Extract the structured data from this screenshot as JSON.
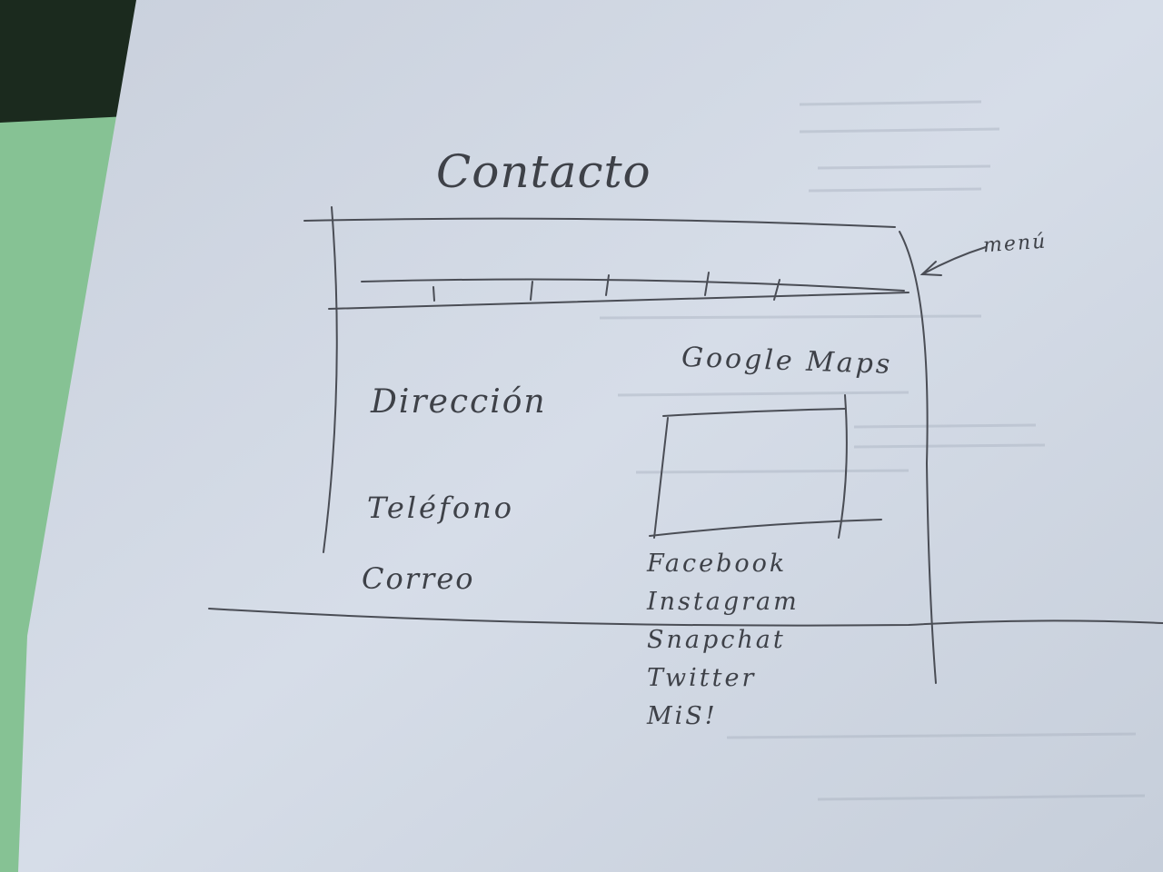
{
  "sketch": {
    "title": "Contacto",
    "menu_annotation": "menú",
    "map_label": "Google Maps",
    "fields": {
      "direccion": "Dirección",
      "telefono": "Teléfono",
      "correo": "Correo"
    },
    "social_links": [
      "Facebook",
      "Instagram",
      "Snapchat",
      "Twitter",
      "MiS!"
    ]
  },
  "colors": {
    "paper": "#d4dbe6",
    "pencil": "#3e4148",
    "green_card": "#86c294",
    "background": "#1b2a1e"
  }
}
